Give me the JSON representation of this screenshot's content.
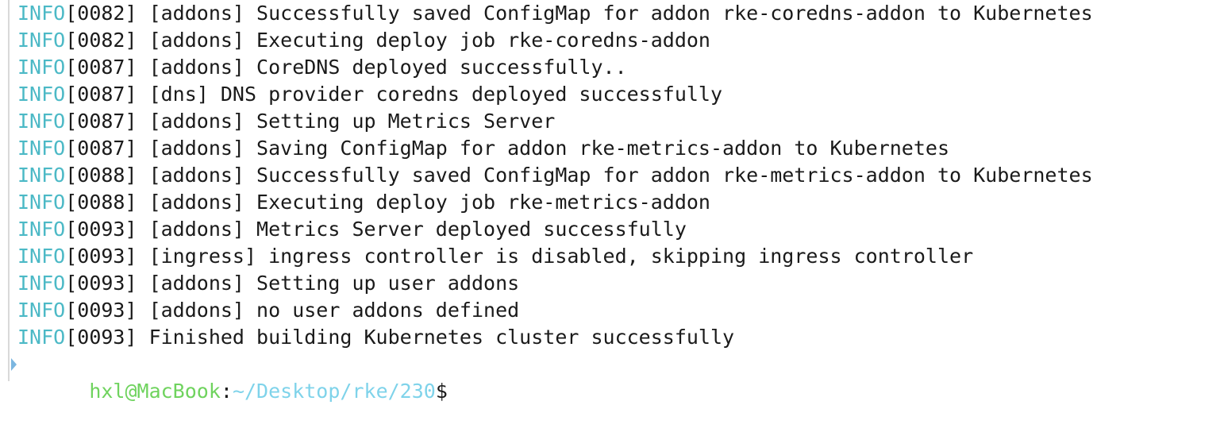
{
  "log": {
    "lines": [
      {
        "level": "INFO",
        "rest": "[0082] [addons] Successfully saved ConfigMap for addon rke-coredns-addon to Kubernetes"
      },
      {
        "level": "INFO",
        "rest": "[0082] [addons] Executing deploy job rke-coredns-addon"
      },
      {
        "level": "INFO",
        "rest": "[0087] [addons] CoreDNS deployed successfully.."
      },
      {
        "level": "INFO",
        "rest": "[0087] [dns] DNS provider coredns deployed successfully"
      },
      {
        "level": "INFO",
        "rest": "[0087] [addons] Setting up Metrics Server"
      },
      {
        "level": "INFO",
        "rest": "[0087] [addons] Saving ConfigMap for addon rke-metrics-addon to Kubernetes"
      },
      {
        "level": "INFO",
        "rest": "[0088] [addons] Successfully saved ConfigMap for addon rke-metrics-addon to Kubernetes"
      },
      {
        "level": "INFO",
        "rest": "[0088] [addons] Executing deploy job rke-metrics-addon"
      },
      {
        "level": "INFO",
        "rest": "[0093] [addons] Metrics Server deployed successfully"
      },
      {
        "level": "INFO",
        "rest": "[0093] [ingress] ingress controller is disabled, skipping ingress controller"
      },
      {
        "level": "INFO",
        "rest": "[0093] [addons] Setting up user addons"
      },
      {
        "level": "INFO",
        "rest": "[0093] [addons] no user addons defined"
      },
      {
        "level": "INFO",
        "rest": "[0093] Finished building Kubernetes cluster successfully"
      }
    ]
  },
  "prompt": {
    "user_host": "hxl@MacBook",
    "separator": ":",
    "path": "~/Desktop/rke/230",
    "symbol": "$"
  },
  "colors": {
    "level": "#4cb9c6",
    "user_host": "#6fd35e",
    "path": "#7fd3ea",
    "marker": "#7bb6e0"
  }
}
